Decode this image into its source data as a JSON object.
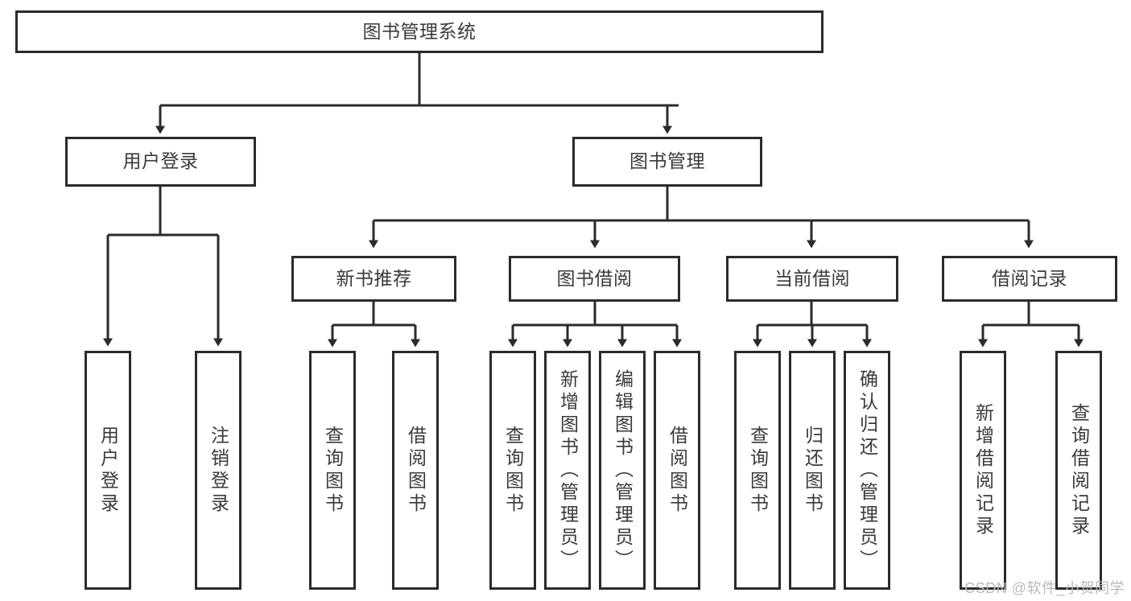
{
  "diagram": {
    "title": "图书管理系统",
    "type": "tree-hierarchy",
    "watermark": "CSDN @软件_小贺同学",
    "colors": {
      "stroke": "#2b2b2b",
      "text": "#3a3a3a",
      "background": "#ffffff",
      "watermark": "#b9b9b9"
    },
    "nodes": {
      "root": {
        "label": "图书管理系统"
      },
      "level2": [
        {
          "id": "user-login",
          "label": "用户登录"
        },
        {
          "id": "book-manage",
          "label": "图书管理"
        }
      ],
      "level3": [
        {
          "id": "new-book-rec",
          "label": "新书推荐"
        },
        {
          "id": "book-borrow",
          "label": "图书借阅"
        },
        {
          "id": "current-borrow",
          "label": "当前借阅"
        },
        {
          "id": "borrow-record",
          "label": "借阅记录"
        }
      ],
      "leaves": {
        "user-login": [
          {
            "id": "leaf-user-login",
            "label": "用户登录"
          },
          {
            "id": "leaf-logout",
            "label": "注销登录"
          }
        ],
        "new-book-rec": [
          {
            "id": "leaf-query-book-1",
            "label": "查询图书"
          },
          {
            "id": "leaf-borrow-book-1",
            "label": "借阅图书"
          }
        ],
        "book-borrow": [
          {
            "id": "leaf-query-book-2",
            "label": "查询图书"
          },
          {
            "id": "leaf-add-book",
            "label": "新增图书（管理员）"
          },
          {
            "id": "leaf-edit-book",
            "label": "编辑图书（管理员）"
          },
          {
            "id": "leaf-borrow-book-2",
            "label": "借阅图书"
          }
        ],
        "current-borrow": [
          {
            "id": "leaf-query-book-3",
            "label": "查询图书"
          },
          {
            "id": "leaf-return-book",
            "label": "归还图书"
          },
          {
            "id": "leaf-confirm-return",
            "label": "确认归还（管理员）"
          }
        ],
        "borrow-record": [
          {
            "id": "leaf-add-record",
            "label": "新增借阅记录"
          },
          {
            "id": "leaf-query-record",
            "label": "查询借阅记录"
          }
        ]
      }
    }
  }
}
